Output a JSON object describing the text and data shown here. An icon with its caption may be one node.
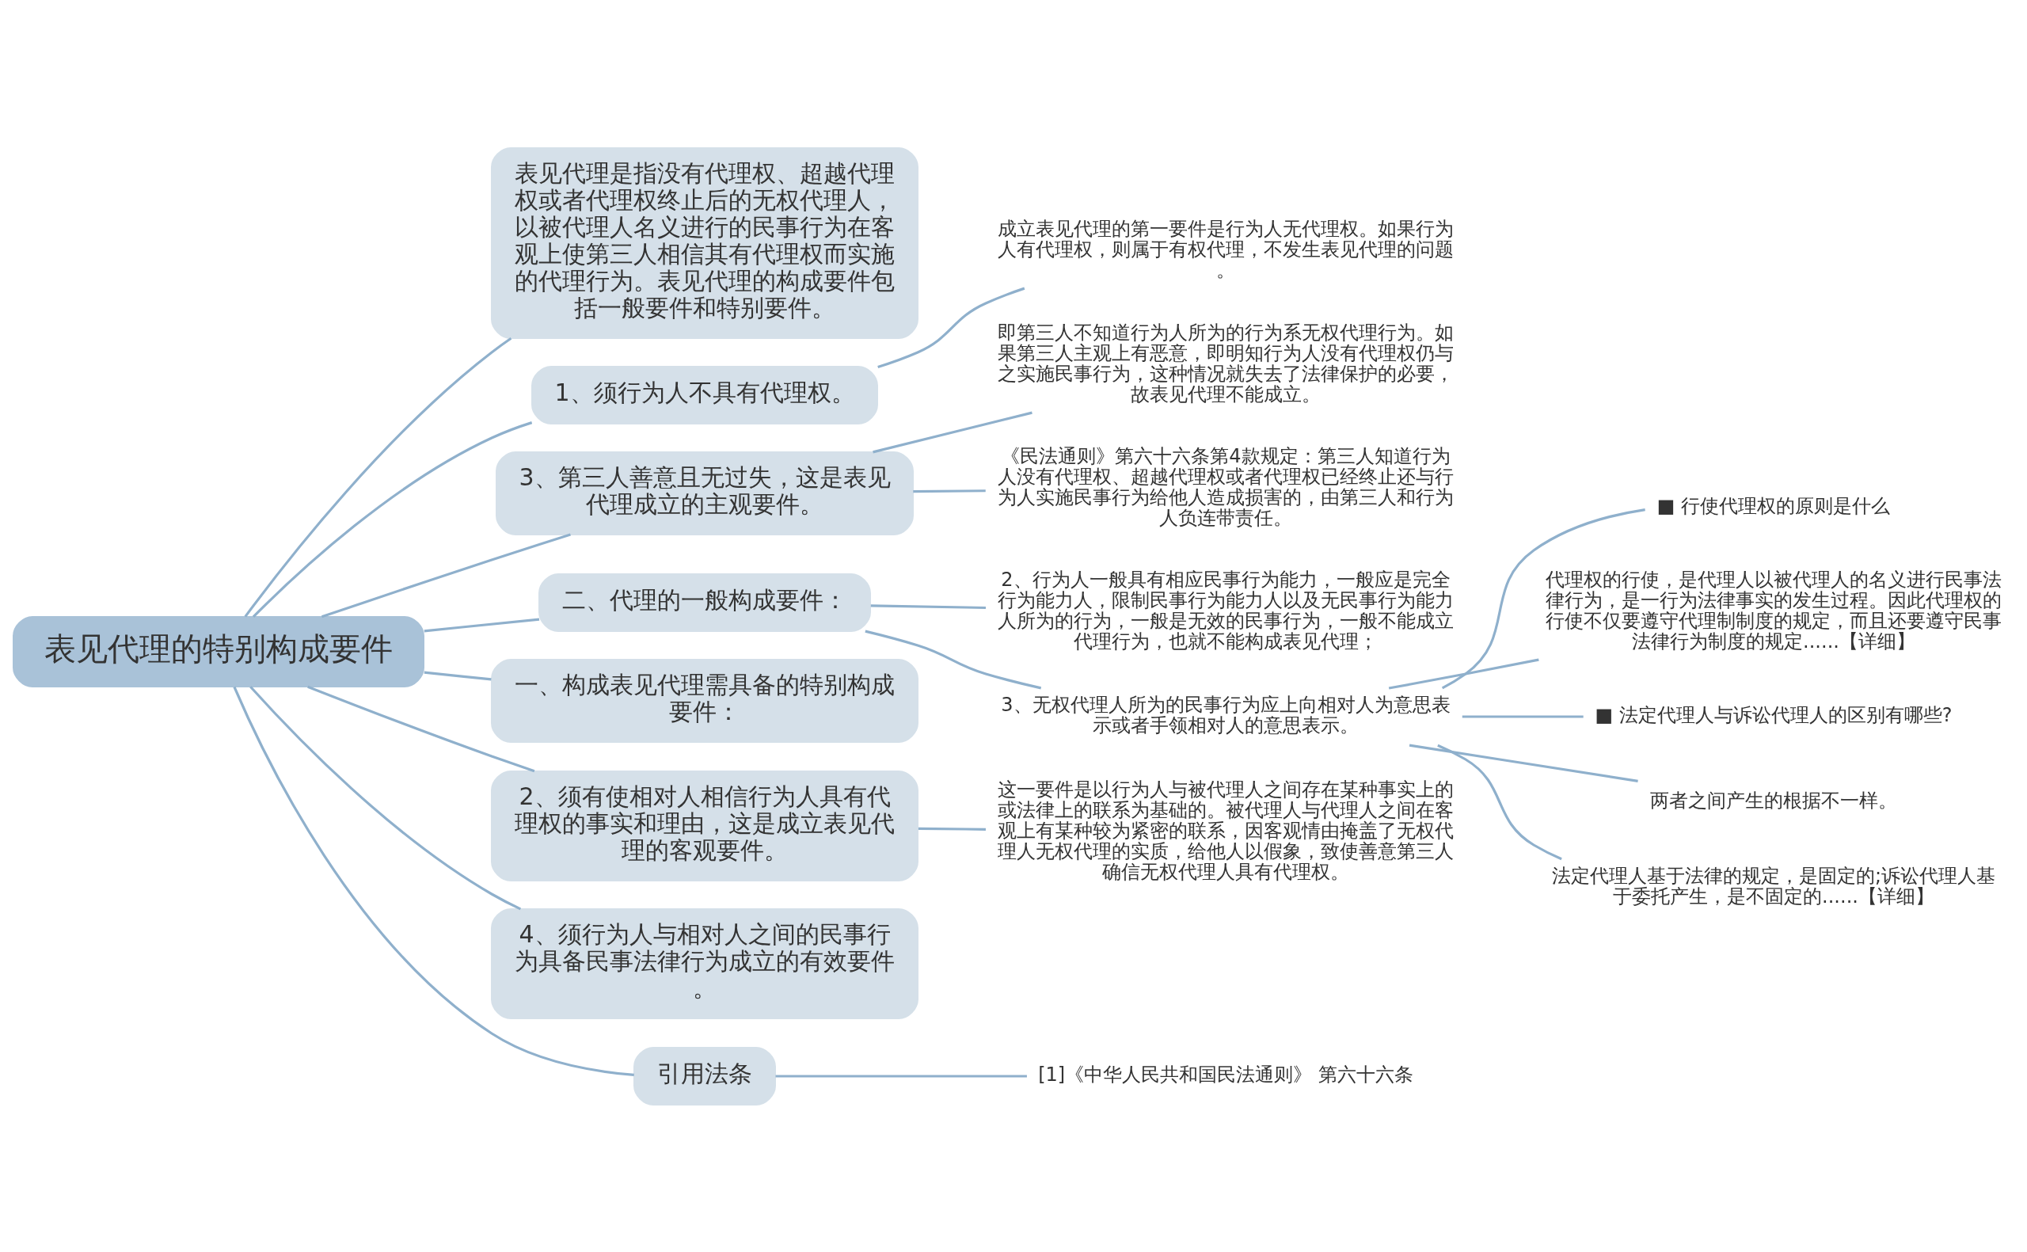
{
  "diagram": {
    "nodes": [
      {
        "text": [
          "表见代理的特别构成要件"
        ]
      },
      {
        "text": [
          "表见代理是指没有代理权、超越代理权或者代理权终止后的无权代理人，以被代理人名义进行的民事行为在客观上使第三人相信其有代理权而实施的代理行为。表见代理的构成要件包括一般要件和特别要件。"
        ]
      },
      {
        "text": [
          "1、须行为人不具有代理权。"
        ]
      },
      {
        "text": [
          "成立表见代理的第一要件是行为人无代理权。如果行为人有代理权，则属于有权代理，不发生表见代理的问题。"
        ]
      },
      {
        "text": [
          "3、第三人善意且无过失，这是表见代理成立的主观要件。"
        ]
      },
      {
        "text": [
          "即第三人不知道行为人所为的行为系无权代理行为。如果第三人主观上有恶意，即明知行为人没有代理权仍与之实施民事行为，这种情况就失去了法律保护的必要，故表见代理不能成立。"
        ]
      },
      {
        "text": [
          "《民法通则》第六十六条第4款规定：第三人知道行为人没有代理权、超越代理权或者代理权已经终止还与行为人实施民事行为给他人造成损害的，由第三人和行为人负连带责任。"
        ]
      },
      {
        "text": [
          "二、代理的一般构成要件："
        ]
      },
      {
        "text": [
          "2、行为人一般具有相应民事行为能力，一般应是完全行为能力人，限制民事行为能力人以及无民事行为能力人所为的行为，一般是无效的民事行为，一般不能成立代理行为，也就不能构成表见代理；"
        ]
      },
      {
        "text": [
          "3、无权代理人所为的民事行为应上向相对人为意思表示或者手领相对人的意思表示。"
        ]
      },
      {
        "text": [
          "■ 行使代理权的原则是什么"
        ]
      },
      {
        "text": [
          "代理权的行使，是代理人以被代理人的名义进行民事法律行为，是一行为法律事实的发生过程。因此代理权的行使不仅要遵守代理制制度的规定，而且还要遵守民事法律行为制度的规定......【详细】"
        ]
      },
      {
        "text": [
          "■ 法定代理人与诉讼代理人的区别有哪些?"
        ]
      },
      {
        "text": [
          "两者之间产生的根据不一样。"
        ]
      },
      {
        "text": [
          "法定代理人基于法律的规定，是固定的;诉讼代理人基于委托产生，是不固定的......【详细】"
        ]
      },
      {
        "text": [
          "一、构成表见代理需具备的特别构成要件："
        ]
      },
      {
        "text": [
          "2、须有使相对人相信行为人具有代理权的事实和理由，这是成立表见代理的客观要件。"
        ]
      },
      {
        "text": [
          "这一要件是以行为人与被代理人之间存在某种事实上的或法律上的联系为基础的。被代理人与代理人之间在客观上有某种较为紧密的联系，因客观情由掩盖了无权代理人无权代理的实质，给他人以假象，致使善意第三人确信无权代理人具有代理权。"
        ]
      },
      {
        "text": [
          "4、须行为人与相对人之间的民事行为具备民事法律行为成立的有效要件。"
        ]
      },
      {
        "text": [
          "引用法条"
        ]
      },
      {
        "text": [
          "[1]《中华人民共和国民法通则》 第六十六条"
        ]
      }
    ],
    "edges": [
      {
        "from": 0,
        "to": 1,
        "arrow": "none"
      },
      {
        "from": 0,
        "to": 2,
        "arrow": "none"
      },
      {
        "from": 2,
        "to": 3,
        "arrow": "none"
      },
      {
        "from": 0,
        "to": 4,
        "arrow": "none"
      },
      {
        "from": 4,
        "to": 5,
        "arrow": "none"
      },
      {
        "from": 4,
        "to": 6,
        "arrow": "none"
      },
      {
        "from": 0,
        "to": 7,
        "arrow": "none"
      },
      {
        "from": 7,
        "to": 8,
        "arrow": "none"
      },
      {
        "from": 7,
        "to": 9,
        "arrow": "none"
      },
      {
        "from": 9,
        "to": 10,
        "arrow": "none"
      },
      {
        "from": 9,
        "to": 11,
        "arrow": "none"
      },
      {
        "from": 9,
        "to": 12,
        "arrow": "none"
      },
      {
        "from": 9,
        "to": 13,
        "arrow": "none"
      },
      {
        "from": 9,
        "to": 14,
        "arrow": "none"
      },
      {
        "from": 0,
        "to": 15,
        "arrow": "none"
      },
      {
        "from": 0,
        "to": 16,
        "arrow": "none"
      },
      {
        "from": 16,
        "to": 17,
        "arrow": "none"
      },
      {
        "from": 0,
        "to": 18,
        "arrow": "none"
      },
      {
        "from": 0,
        "to": 19,
        "arrow": "none"
      },
      {
        "from": 19,
        "to": 20,
        "arrow": "none"
      }
    ]
  }
}
